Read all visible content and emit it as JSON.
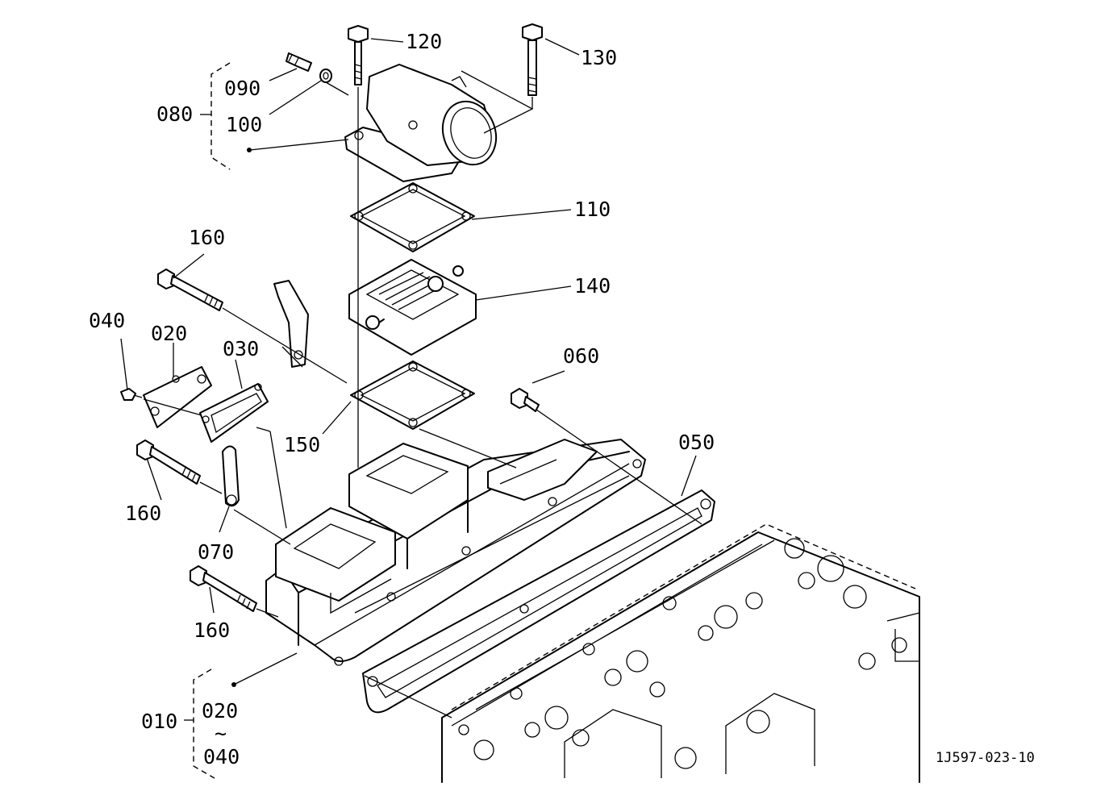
{
  "labels": {
    "p010": "010",
    "p020a": "020",
    "p020b": "020",
    "p030": "030",
    "p040a": "040",
    "p040b": "040",
    "p050": "050",
    "p060": "060",
    "p070": "070",
    "p080": "080",
    "p090": "090",
    "p100": "100",
    "p110": "110",
    "p120": "120",
    "p130": "130",
    "p140": "140",
    "p150": "150",
    "p160a": "160",
    "p160b": "160",
    "p160c": "160",
    "tilde": "~"
  },
  "reference_code": "1J597-023-10"
}
